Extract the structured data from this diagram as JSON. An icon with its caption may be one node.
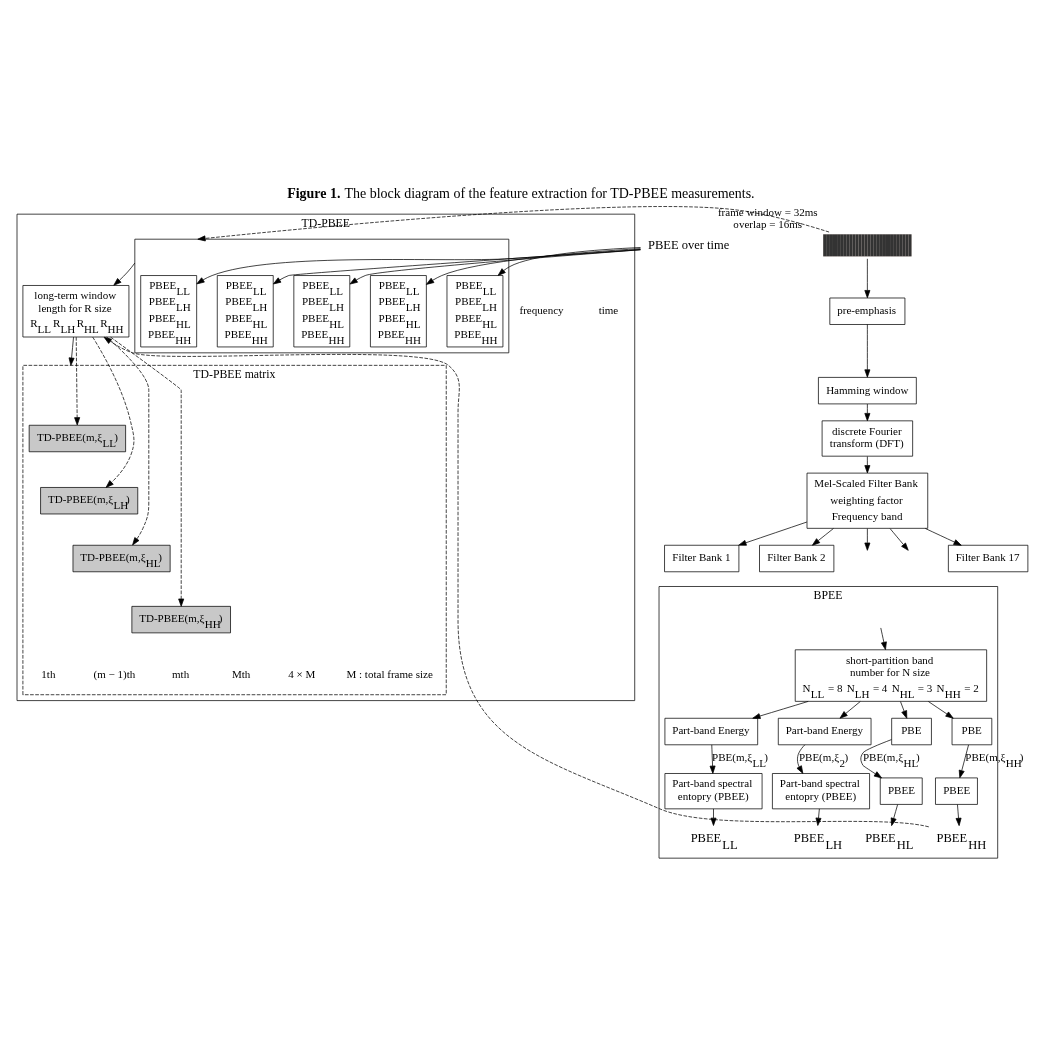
{
  "diagram": {
    "title": "**Figure 1.** The block diagram of the feature extraction for TD-PBEE measurements.",
    "nodes": [
      {
        "text": [],
        "shape": "picture",
        "beside": [
          "frame window = 32ms",
          "overlap = 16ms"
        ]
      },
      {
        "text": [
          "pre-emphasis"
        ]
      },
      {
        "text": [
          "Hamming window"
        ]
      },
      {
        "text": [
          "discrete Fourier transform (DFT)"
        ]
      },
      {
        "text": [
          "Mel-Scaled Filter Bank",
          "weighting factor",
          "Frequency band"
        ]
      },
      {
        "text": [
          "Filter Bank 1"
        ]
      },
      {
        "text": [
          "Filter Bank 2"
        ]
      },
      {
        "text": [
          "Filter Bank 17"
        ]
      },
      {
        "text": [
          "BPEE"
        ]
      },
      {
        "text": [
          "short-partition band number for N size",
          "N$_{LL}$ = 8",
          "N$_{LH}$ = 4",
          "N$_{HL}$ = 3",
          "N$_{HH}$ = 2"
        ],
        "in": 8
      },
      {
        "text": [
          "Part-band Energy"
        ],
        "in": 8
      },
      {
        "text": [
          "Part-band Energy"
        ],
        "in": 8
      },
      {
        "text": [
          "PBE"
        ],
        "in": 8
      },
      {
        "text": [
          "PBE"
        ],
        "in": 8
      },
      {
        "text": [
          "Part-band spectral entopry (PBEE)"
        ],
        "in": 8
      },
      {
        "text": [
          "Part-band spectral entopry (PBEE)"
        ],
        "in": 8
      },
      {
        "text": [
          "PBEE"
        ],
        "in": 8
      },
      {
        "text": [
          "PBEE"
        ],
        "in": 8
      },
      {
        "text": [
          "PBEE$_{LL}$"
        ],
        "in": 8
      },
      {
        "text": [
          "PBEE$_{LH}$"
        ],
        "in": 8
      },
      {
        "text": [
          "PBEE$_{HL}$"
        ],
        "in": 8
      },
      {
        "text": [
          "PBEE$_{HH}$"
        ],
        "in": 8
      },
      {
        "text": [
          "TD-PBEE"
        ]
      },
      {
        "text": [
          "PBEE over time"
        ]
      },
      {
        "text": [],
        "shape": "box",
        "in": 22
      },
      {
        "text": [
          "PBEE$_{LL}$",
          "PBEE$_{LH}$",
          "PBEE$_{HL}$",
          "PBEE$_{HH}$"
        ],
        "in": 24
      },
      {
        "text": [
          "PBEE$_{LL}$",
          "PBEE$_{LH}$",
          "PBEE$_{HL}$",
          "PBEE$_{HH}$"
        ],
        "in": 24
      },
      {
        "text": [
          "PBEE$_{LL}$",
          "PBEE$_{LH}$",
          "PBEE$_{HL}$",
          "PBEE$_{HH}$"
        ],
        "in": 24
      },
      {
        "text": [
          "PBEE$_{LL}$",
          "PBEE$_{LH}$",
          "PBEE$_{HL}$",
          "PBEE$_{HH}$"
        ],
        "in": 24
      },
      {
        "text": [
          "PBEE$_{LL}$",
          "PBEE$_{LH}$",
          "PBEE$_{HL}$",
          "PBEE$_{HH}$"
        ],
        "in": 24
      },
      {
        "text": [
          "long-term window length for R size",
          "R$_{LL}$",
          "R$_{LH}$",
          "R$_{HL}$",
          "R$_{HH}$"
        ],
        "in": 22
      },
      {
        "text": [
          "TD-PBEE matrix"
        ],
        "in": 22
      },
      {
        "text": [
          "TD-PBEE(m,ξ$_{LL}$)"
        ],
        "in": 31
      },
      {
        "text": [
          "TD-PBEE(m,ξ$_{LH}$)"
        ],
        "in": 31
      },
      {
        "text": [
          "TD-PBEE(m,ξ$_{HL}$)"
        ],
        "in": 31
      },
      {
        "text": [
          "TD-PBEE(m,ξ$_{HH}$)"
        ],
        "in": 31
      }
    ],
    "edges": [
      {
        "from": 0,
        "to": 1,
        "arrow": "to"
      },
      {
        "from": 1,
        "to": 2,
        "arrow": "to"
      },
      {
        "from": 2,
        "to": 3,
        "arrow": "to"
      },
      {
        "from": 3,
        "to": 4,
        "arrow": "to"
      },
      {
        "from": 4,
        "to": 5,
        "arrow": "to"
      },
      {
        "from": 4,
        "to": 6,
        "arrow": "to"
      },
      {
        "from": 4,
        "to": null,
        "arrow": "to"
      },
      {
        "from": 4,
        "to": null,
        "arrow": "to"
      },
      {
        "from": 4,
        "to": 7,
        "arrow": "to"
      },
      {
        "from": null,
        "to": 9,
        "arrow": "to"
      },
      {
        "from": 9,
        "to": 10,
        "arrow": "to"
      },
      {
        "from": 9,
        "to": 11,
        "arrow": "to"
      },
      {
        "from": 9,
        "to": 12,
        "arrow": "to"
      },
      {
        "from": 9,
        "to": 13,
        "arrow": "to"
      },
      {
        "from": 10,
        "to": 14,
        "arrow": "to",
        "label": "PBE(m,ξ$_{LL}$)"
      },
      {
        "from": 11,
        "to": 15,
        "arrow": "to",
        "label": "PBE(m,ξ$_{2}$)"
      },
      {
        "from": 12,
        "to": 16,
        "arrow": "to",
        "label": "PBE(m,ξ$_{HL}$)"
      },
      {
        "from": 13,
        "to": 17,
        "arrow": "to",
        "label": "PBE(m,ξ$_{HH}$)"
      },
      {
        "from": 14,
        "to": 18,
        "arrow": "to"
      },
      {
        "from": 15,
        "to": 19,
        "arrow": "to"
      },
      {
        "from": 16,
        "to": 20,
        "arrow": "to"
      },
      {
        "from": 17,
        "to": 21,
        "arrow": "to"
      },
      {
        "from": 0,
        "to": 24,
        "arrow": "to",
        "style": "dashed"
      },
      {
        "from": 23,
        "to": 25,
        "arrow": "to"
      },
      {
        "from": 23,
        "to": 26,
        "arrow": "to"
      },
      {
        "from": 23,
        "to": 27,
        "arrow": "to"
      },
      {
        "from": 23,
        "to": 28,
        "arrow": "to"
      },
      {
        "from": 23,
        "to": 29,
        "arrow": "to"
      },
      {
        "from": 24,
        "to": 30,
        "arrow": "to"
      },
      {
        "from": 21,
        "to": 30,
        "arrow": "to",
        "style": "dashed"
      },
      {
        "from": 30,
        "to": 31,
        "arrow": "to"
      },
      {
        "from": 30,
        "to": 32,
        "arrow": "to",
        "style": "dashed"
      },
      {
        "from": 30,
        "to": 33,
        "arrow": "to",
        "style": "dashed"
      },
      {
        "from": 30,
        "to": 34,
        "arrow": "to",
        "style": "dashed"
      },
      {
        "from": 30,
        "to": 35,
        "arrow": "to",
        "style": "dashed"
      }
    ],
    "labels": [
      "frequency",
      "time",
      "1th",
      "(m − 1)th",
      "mth",
      "Mth",
      "4 × M",
      "M : total frame size"
    ]
  }
}
